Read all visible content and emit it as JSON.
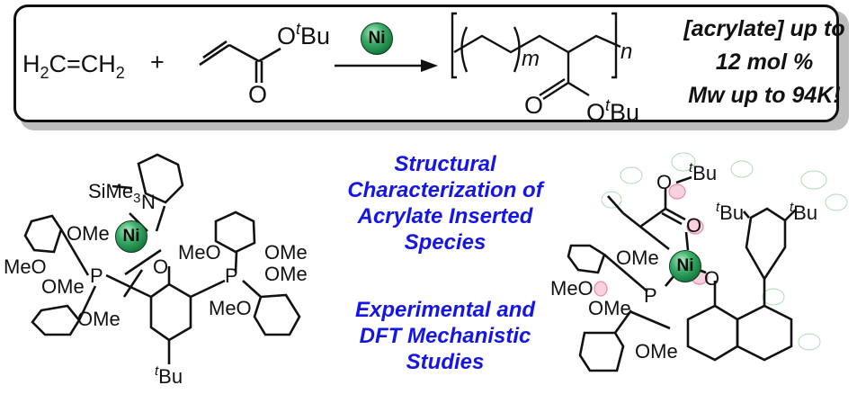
{
  "reaction": {
    "reactant1": {
      "H2C": "H",
      "sub1": "2",
      "mid": "C=CH",
      "sub2": "2"
    },
    "plus": "+",
    "acrylate": {
      "o_tbu_prefix": "O",
      "o_tbu_sup": "t",
      "o_tbu_suffix": "Bu",
      "carbonyl_o": "O"
    },
    "catalyst": "Ni",
    "polymer": {
      "m": "m",
      "n": "n",
      "carbonyl_o": "O",
      "o_tbu_prefix": "O",
      "o_tbu_sup": "t",
      "o_tbu_suffix": "Bu"
    },
    "claims": [
      "[acrylate] up to",
      "12 mol %",
      "Mw up to 94K!"
    ]
  },
  "headings": {
    "first": [
      "Structural",
      "Characterization of",
      "Acrylate Inserted",
      "Species"
    ],
    "second": [
      "Experimental and",
      "DFT Mechanistic",
      "Studies"
    ]
  },
  "left_structure": {
    "labels": {
      "sime3": "SiMe",
      "sime3_sub": "3",
      "n": "N",
      "ni": "Ni",
      "o": "O",
      "ome1": "OMe",
      "meo1": "MeO",
      "ome2": "OMe",
      "ome3": "OMe",
      "p1": "P",
      "p2": "P",
      "meo2": "MeO",
      "ome4": "OMe",
      "ome5": "OMe",
      "meo3": "MeO",
      "tbu_sup": "t",
      "tbu": "Bu"
    }
  },
  "right_structure": {
    "labels": {
      "o_top": "O",
      "tbu1_sup": "t",
      "tbu1": "Bu",
      "tbu2_sup": "t",
      "tbu2": "Bu",
      "tbu3_sup": "t",
      "tbu3": "Bu",
      "o_carbonyl": "O",
      "ni": "Ni",
      "o_naph": "O",
      "ome1": "OMe",
      "meo1": "MeO",
      "p": "P",
      "ome2": "OMe",
      "ome3": "OMe"
    }
  },
  "colors": {
    "heading_blue": "#1515e6",
    "nickel_green": "#1f8f4a",
    "frame": "#111111",
    "shadow": "#bdbdbd"
  }
}
